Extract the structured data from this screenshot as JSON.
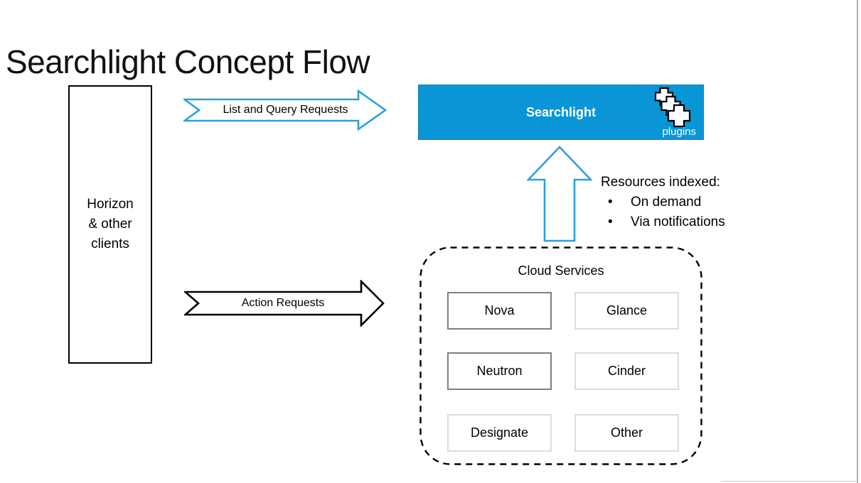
{
  "slide": {
    "title": "Searchlight Concept Flow"
  },
  "clients_box": {
    "lines": [
      "Horizon",
      "& other",
      "clients"
    ]
  },
  "arrows": {
    "list_query_label": "List and Query Requests",
    "action_label": "Action Requests"
  },
  "searchlight": {
    "label": "Searchlight",
    "plugins_label": "plugins",
    "icon": "plugins-stack-icon"
  },
  "resources": {
    "heading": "Resources indexed:",
    "bullet_char": "•",
    "items": [
      "On demand",
      "Via notifications"
    ]
  },
  "cloud_services": {
    "title": "Cloud Services",
    "services": [
      {
        "name": "Nova"
      },
      {
        "name": "Glance"
      },
      {
        "name": "Neutron"
      },
      {
        "name": "Cinder"
      },
      {
        "name": "Designate"
      },
      {
        "name": "Other"
      }
    ]
  },
  "colors": {
    "searchlight_fill": "#0A95D6",
    "arrow_blue": "#2E9FDA",
    "outline_black": "#000000",
    "emphasized_service_border": "#7F7F7F",
    "light_service_border": "#DCDCDC",
    "slide_edge_gray": "#ADADAD"
  }
}
